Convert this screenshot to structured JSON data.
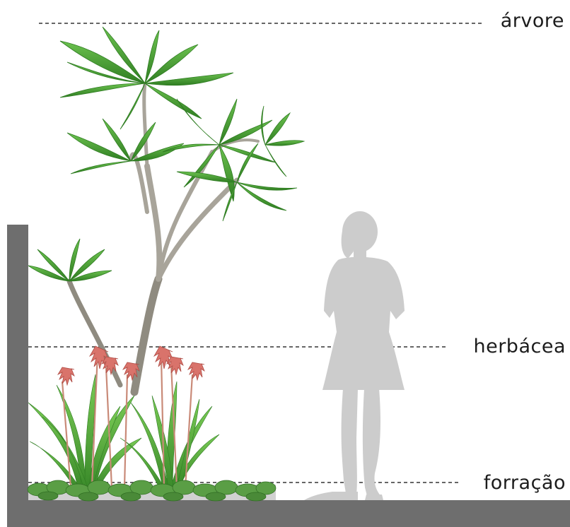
{
  "levels": {
    "tree": "árvore",
    "herbaceous": "herbácea",
    "groundcover": "forração"
  },
  "colors": {
    "wall": "#6e6e6e",
    "ground": "#6e6e6e",
    "person": "#cccccc",
    "leaf": "#4fa83a",
    "leaf_dark": "#2f7d22",
    "trunk": "#a8a49a",
    "flower": "#d9736b",
    "guide_line": "#333333"
  }
}
